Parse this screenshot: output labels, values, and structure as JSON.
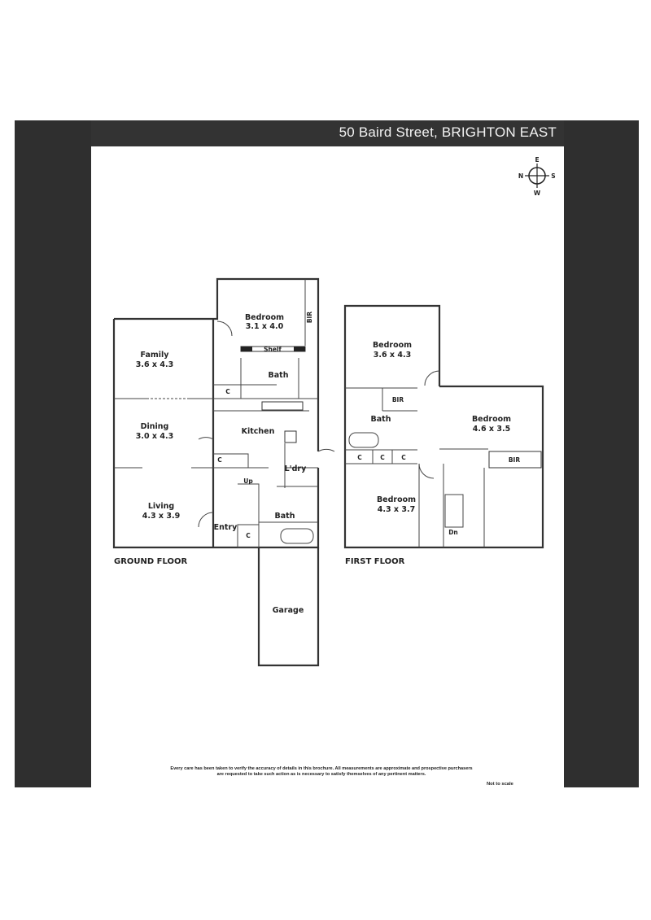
{
  "header": {
    "title": "50 Baird Street, BRIGHTON EAST"
  },
  "compass": {
    "n": "N",
    "e": "E",
    "s": "S",
    "w": "W"
  },
  "ground_floor": {
    "label": "GROUND FLOOR",
    "rooms": {
      "bedroom": {
        "name": "Bedroom",
        "size": "3.1 x 4.0"
      },
      "bir": "BIR",
      "shelf": "Shelf",
      "family": {
        "name": "Family",
        "size": "3.6 x 4.3"
      },
      "bath1": "Bath",
      "c1": "C",
      "dining": {
        "name": "Dining",
        "size": "3.0 x 4.3"
      },
      "kitchen": "Kitchen",
      "c2": "C",
      "laundry": "L'dry",
      "up": "Up",
      "living": {
        "name": "Living",
        "size": "4.3 x 3.9"
      },
      "bath2": "Bath",
      "entry": "Entry",
      "c3": "C",
      "garage": "Garage"
    }
  },
  "first_floor": {
    "label": "FIRST FLOOR",
    "rooms": {
      "bedroom1": {
        "name": "Bedroom",
        "size": "3.6 x 4.3"
      },
      "bir1": "BIR",
      "bath": "Bath",
      "c1": "C",
      "c2": "C",
      "c3": "C",
      "bedroom2": {
        "name": "Bedroom",
        "size": "4.6 x 3.5"
      },
      "bir2": "BIR",
      "bedroom3": {
        "name": "Bedroom",
        "size": "4.3 x 3.7"
      },
      "dn": "Dn"
    }
  },
  "footer": {
    "disclaimer_1": "Every care has been taken to verify the accuracy of details in this brochure.  All measurements are approximate and prospective purchasers",
    "disclaimer_2": "are requested to take such action as is necessary to satisfy themselves of any pertinent matters.",
    "scale_note": "Not to scale"
  }
}
